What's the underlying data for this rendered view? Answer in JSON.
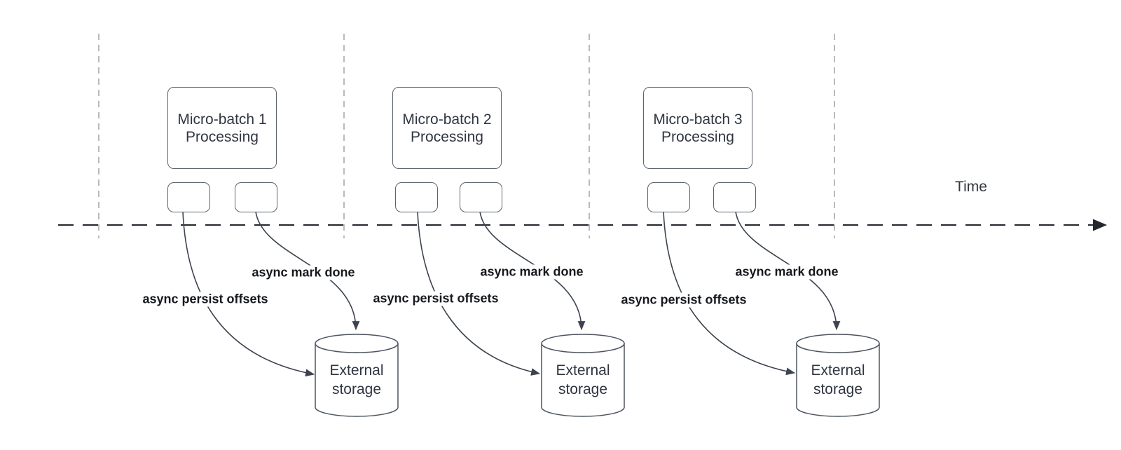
{
  "timeline": {
    "label": "Time"
  },
  "groups": [
    {
      "box_title": "Micro-batch 1",
      "box_subtitle": "Processing",
      "persist_label": "async persist offsets",
      "done_label": "async mark done",
      "storage_title": "External",
      "storage_subtitle": "storage"
    },
    {
      "box_title": "Micro-batch 2",
      "box_subtitle": "Processing",
      "persist_label": "async persist offsets",
      "done_label": "async mark done",
      "storage_title": "External",
      "storage_subtitle": "storage"
    },
    {
      "box_title": "Micro-batch 3",
      "box_subtitle": "Processing",
      "persist_label": "async persist offsets",
      "done_label": "async mark done",
      "storage_title": "External",
      "storage_subtitle": "storage"
    }
  ],
  "colors": {
    "curve_line": "#3d4450",
    "timeline_line": "#23272e",
    "period_divider": "#a3a3a3",
    "box_border": "#5b636e",
    "box_text": "#2f3640",
    "bold_label_text": "#15181d",
    "background": "#ffffff"
  }
}
